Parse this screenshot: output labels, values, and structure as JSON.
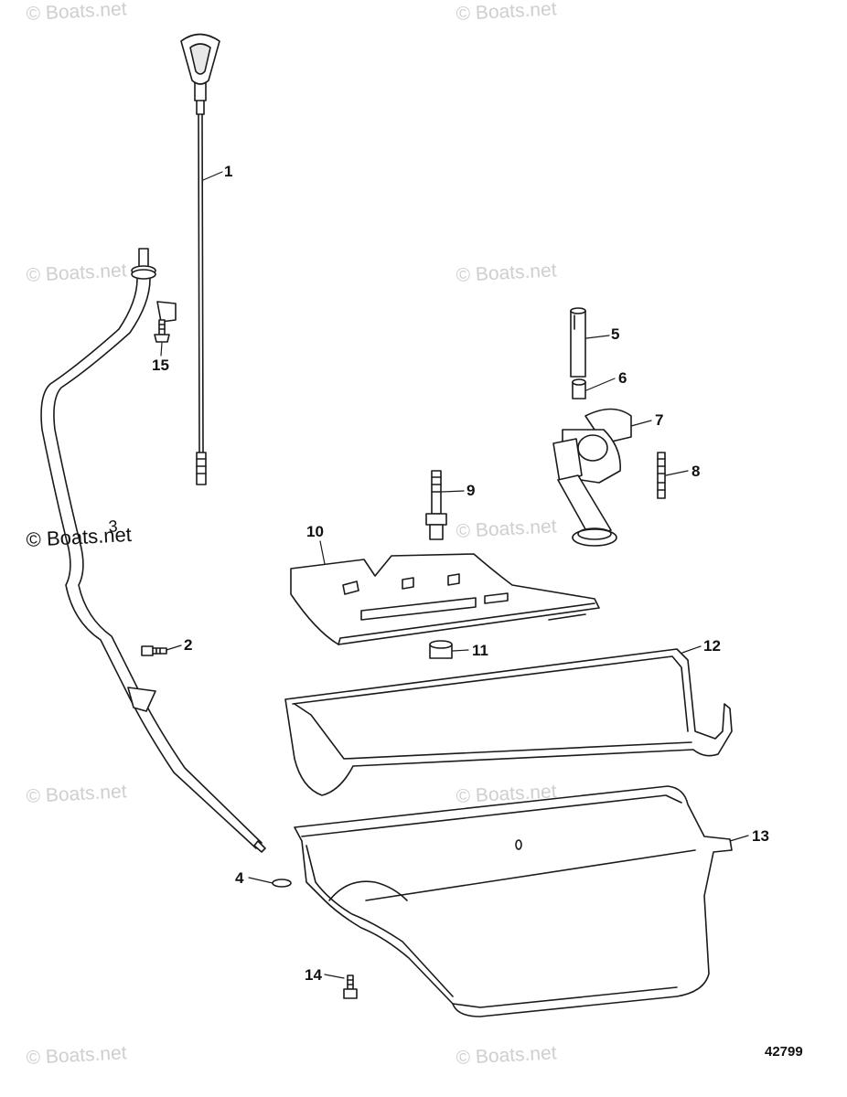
{
  "watermarks": {
    "text": "© Boats.net",
    "dark_text": "© Boats.net",
    "dark_overlay": "3"
  },
  "callouts": {
    "c1": "1",
    "c2": "2",
    "c4": "4",
    "c5": "5",
    "c6": "6",
    "c7": "7",
    "c8": "8",
    "c9": "9",
    "c10": "10",
    "c11": "11",
    "c12": "12",
    "c13": "13",
    "c14": "14",
    "c15": "15"
  },
  "reference_number": "42799",
  "colors": {
    "line": "#1a1a1a",
    "watermark": "#cfcfcf"
  }
}
